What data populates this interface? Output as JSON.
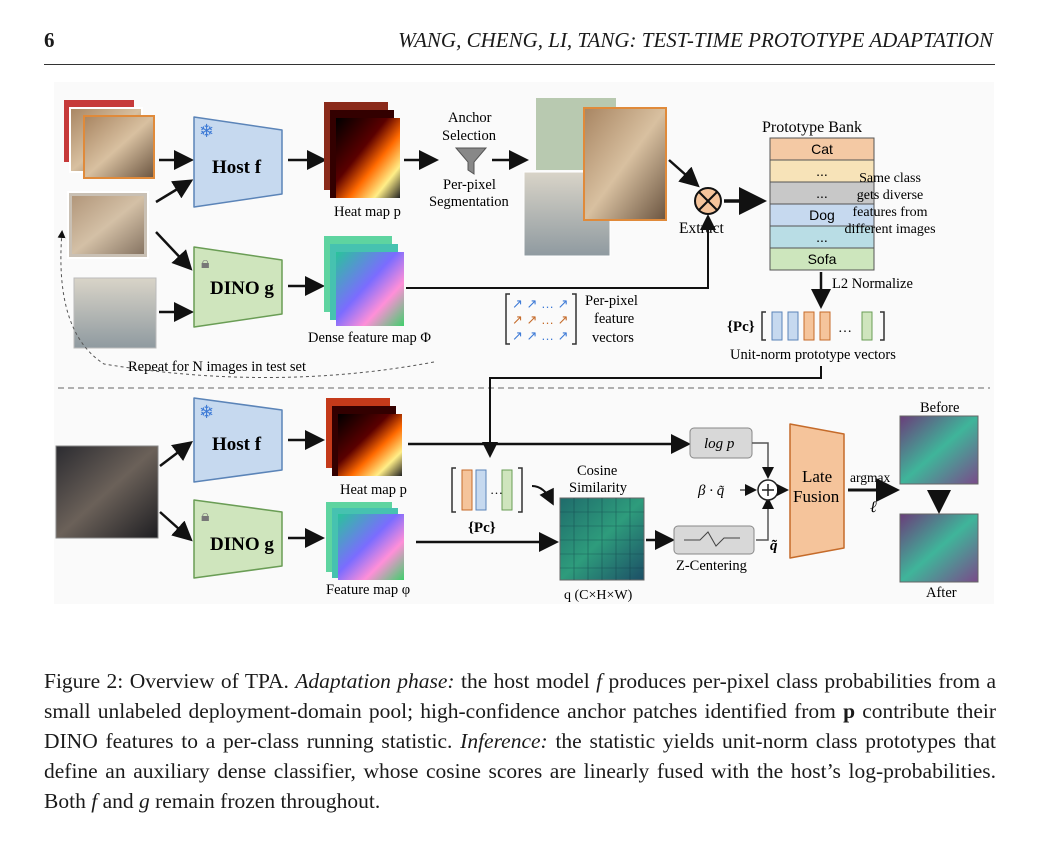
{
  "header": {
    "page_number": "6",
    "running_title": "WANG, CHENG, LI, TANG: TEST-TIME PROTOTYPE ADAPTATION"
  },
  "figure": {
    "top": {
      "host_label": "Host f",
      "dino_label": "DINO g",
      "heatmap_label": "Heat map p",
      "anchor_selection_1": "Anchor",
      "anchor_selection_2": "Selection",
      "per_pixel_seg_1": "Per-pixel",
      "per_pixel_seg_2": "Segmentation",
      "extract_label": "Extract",
      "prototype_bank_title": "Prototype Bank",
      "bank_rows": [
        "Cat",
        "...",
        "...",
        "Dog",
        "...",
        "Sofa"
      ],
      "bank_note": [
        "Same class",
        "gets diverse",
        "features from",
        "different images"
      ],
      "l2_normalize": "L2 Normalize",
      "dense_feature_label": "Dense feature map Φ",
      "per_pixel_vectors": [
        "Per-pixel",
        "feature",
        "vectors"
      ],
      "prototype_set": "{Pc}",
      "unit_norm_label": "Unit-norm prototype vectors",
      "repeat_label": "Repeat for N images in test set"
    },
    "bottom": {
      "host_label": "Host f",
      "dino_label": "DINO g",
      "heatmap_label": "Heat map p",
      "feature_map_label": "Feature map φ",
      "prototype_set": "{Pc}",
      "cosine_1": "Cosine",
      "cosine_2": "Similarity",
      "q_label": "q (C×H×W)",
      "logp": "log p",
      "beta_q": "β · q̃",
      "z_centering": "Z-Centering",
      "q_tilde": "q̃",
      "late_fusion_1": "Late",
      "late_fusion_2": "Fusion",
      "argmax": "argmax",
      "ell": "ℓ",
      "before": "Before",
      "after": "After"
    }
  },
  "caption": {
    "prefix": "Figure 2: Overview of TPA. ",
    "adapt_label": "Adaptation phase:",
    "part1": " the host model ",
    "f": "f",
    "part2": " produces per-pixel class probabilities from a small unlabeled deployment-domain pool; high-confidence anchor patches identified from ",
    "p": "p",
    "part3": " contribute their DINO features to a per-class running statistic. ",
    "infer_label": "Inference:",
    "part4": " the statistic yields unit-norm class prototypes that define an auxiliary dense classifier, whose cosine scores are linearly fused with the host’s log-probabilities. Both ",
    "f2": "f",
    "part5": " and ",
    "g": "g",
    "part6": " remain frozen throughout."
  },
  "colors": {
    "host_fill": "#c6d9ef",
    "dino_fill": "#cfe5bd",
    "late_fusion_fill": "#f5c49b",
    "bank_cat": "#f4c9a4",
    "bank_dots1": "#f7e3b8",
    "bank_dots2": "#c8c8c8",
    "bank_dog": "#c6d9ef",
    "bank_dots3": "#b9dde5",
    "bank_sofa": "#cde6bd"
  }
}
